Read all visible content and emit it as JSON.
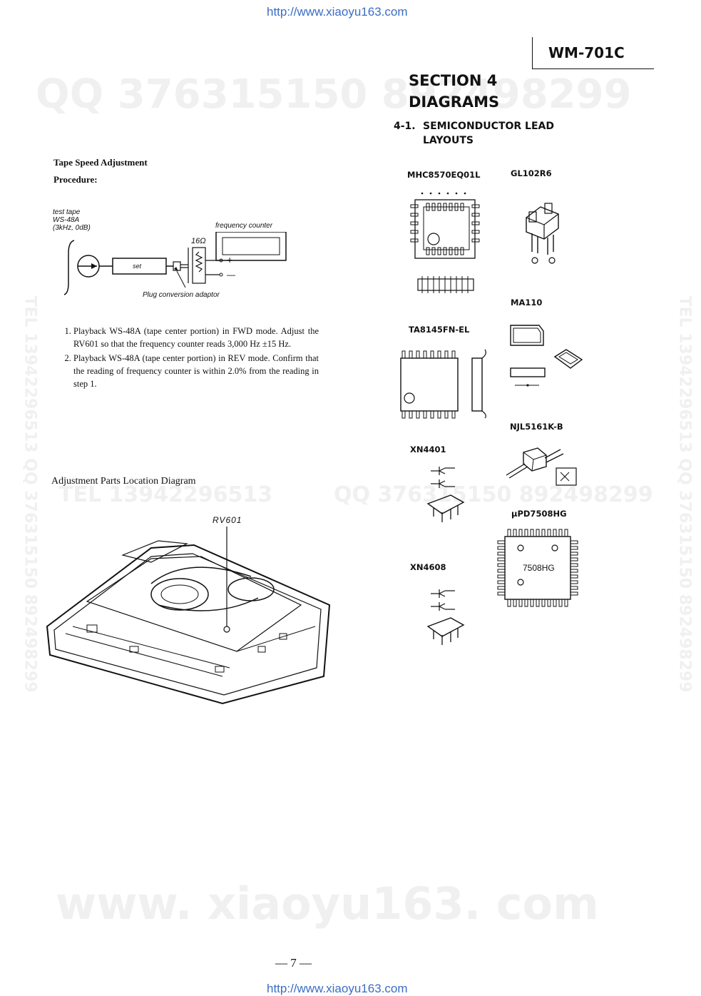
{
  "header": {
    "url_top": "http://www.xiaoyu163.com",
    "model": "WM-701C"
  },
  "watermarks": {
    "qq_top": "QQ 376315150   892498299",
    "tel_middle": "TEL 13942296513",
    "qq_middle": "QQ 376315150  892498299",
    "side_left": "TEL 13942296513  QQ 376315150  892498299",
    "side_right": "TEL 13942296513  QQ 376315150  892498299",
    "site_bottom": "www. xiaoyu163. com"
  },
  "left": {
    "tape_speed_title": "Tape Speed Adjustment",
    "procedure_label": "Procedure:",
    "setup_diagram": {
      "test_tape_line1": "test tape",
      "test_tape_line2": "WS-48A",
      "test_tape_line3": "(3kHz, 0dB)",
      "frequency_counter": "frequency counter",
      "resistor": "16Ω",
      "set_label": "set",
      "plus": "+",
      "minus": "—",
      "adaptor": "Plug conversion adaptor"
    },
    "steps": [
      "Playback WS-48A (tape center portion) in FWD mode. Adjust the RV601 so that the frequency counter reads 3,000 Hz ±15 Hz.",
      "Playback WS-48A (tape center portion) in REV mode. Confirm that the reading of frequency counter is within 2.0% from the reading in step 1."
    ],
    "parts_location_title": "Adjustment Parts Location Diagram",
    "rv_label": "RV601"
  },
  "right": {
    "section_line1": "SECTION 4",
    "section_line2": "DIAGRAMS",
    "subsection_number": "4-1.",
    "subsection_line1": "SEMICONDUCTOR LEAD",
    "subsection_line2": "LAYOUTS",
    "parts": {
      "mhc": "MHC8570EQ01L",
      "gl": "GL102R6",
      "ma": "MA110",
      "ta": "TA8145FN-EL",
      "njl": "NJL5161K-B",
      "xn4401": "XN4401",
      "upd": "μPD7508HG",
      "upd_chip": "7508HG",
      "xn4608": "XN4608"
    }
  },
  "footer": {
    "page_number": "— 7 —",
    "url_bottom": "http://www.xiaoyu163.com"
  }
}
